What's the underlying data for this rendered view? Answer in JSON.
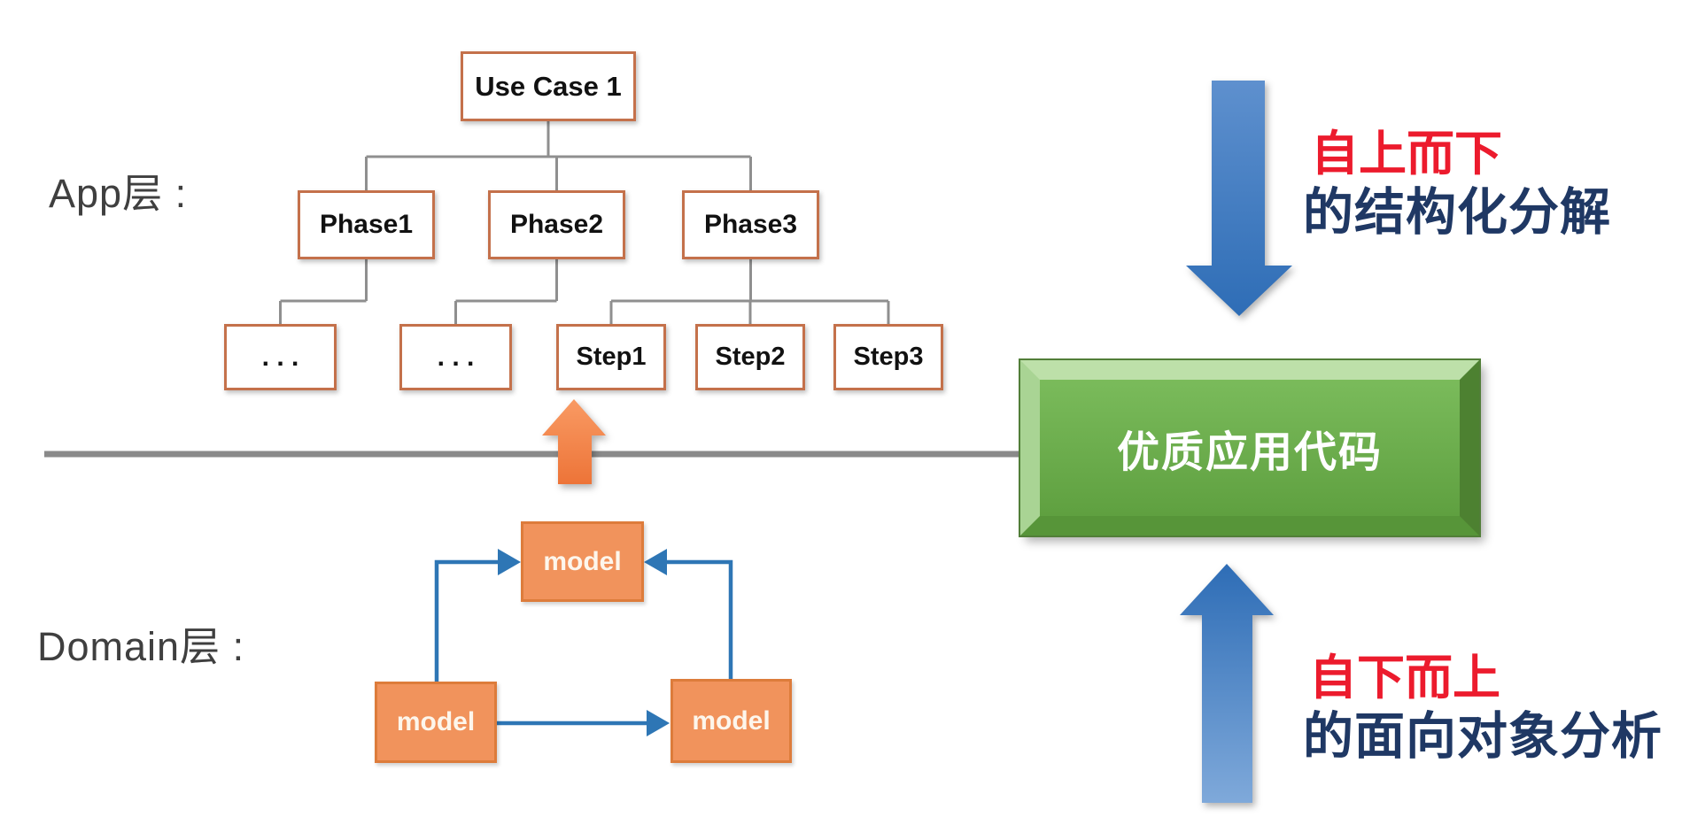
{
  "app_layer": {
    "label": "App层 :",
    "tree": {
      "root": "Use Case 1",
      "phases": [
        "Phase1",
        "Phase2",
        "Phase3"
      ],
      "leaves": [
        ". . .",
        ". . .",
        "Step1",
        "Step2",
        "Step3"
      ]
    }
  },
  "domain_layer": {
    "label": "Domain层 :",
    "models": [
      "model",
      "model",
      "model"
    ]
  },
  "right_panel": {
    "top_down": {
      "line1": "自上而下",
      "line2": "的结构化分解"
    },
    "center_box": {
      "label": "优质应用代码"
    },
    "bottom_up": {
      "line1": "自下而上",
      "line2": "的面向对象分析"
    }
  },
  "colors": {
    "box_border": "#C4714B",
    "connector_gray": "#8F8F8F",
    "divider_gray": "#8A8A8A",
    "model_fill": "#F1935C",
    "model_border": "#DD7C3B",
    "blue_line": "#2E76B5",
    "arrow_blue_dark": "#2E6DB6",
    "arrow_blue_light": "#7FA9DA",
    "arrow_blue_top": "#5E90CE",
    "orange_light": "#F99A63",
    "orange_dark": "#ED7438",
    "red_text": "#EC1B2D",
    "navy_text": "#1F3864",
    "green_face_top": "#7ABB5B",
    "green_face_bottom": "#5FA040",
    "green_bevel_top": "#BDE0A9",
    "green_bevel_left": "#A9D494",
    "green_bevel_right": "#4D8131",
    "green_bevel_bottom": "#579539",
    "label_gray": "#3F3F3F"
  }
}
